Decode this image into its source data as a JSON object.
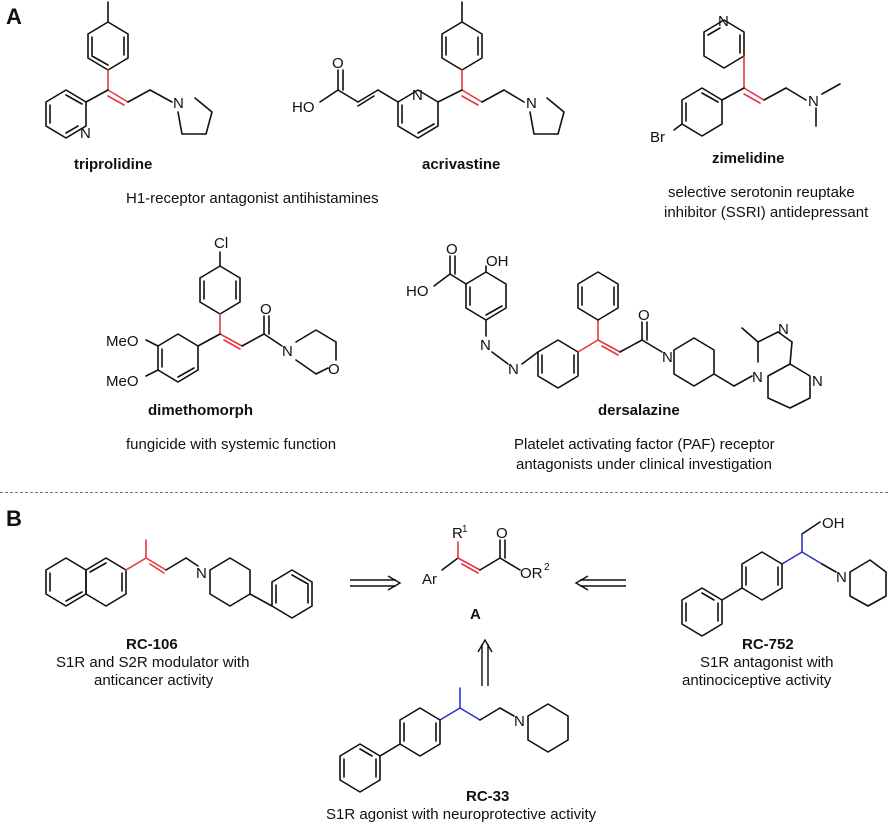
{
  "panels": {
    "a": "A",
    "b": "B"
  },
  "compounds": {
    "triprolidine": {
      "name": "triprolidine"
    },
    "acrivastine": {
      "name": "acrivastine"
    },
    "zimelidine": {
      "name": "zimelidine"
    },
    "dimethomorph": {
      "name": "dimethomorph"
    },
    "dersalazine": {
      "name": "dersalazine"
    },
    "rc106": {
      "name": "RC-106",
      "desc1": "S1R and S2R modulator with",
      "desc2": "anticancer activity"
    },
    "rc752": {
      "name": "RC-752",
      "desc1": "S1R antagonist with",
      "desc2": "antinociceptive activity"
    },
    "rc33": {
      "name": "RC-33",
      "desc1": "S1R agonist with neuroprotective activity"
    },
    "a": {
      "name": "A"
    }
  },
  "captions": {
    "h1": "H1-receptor antagonist antihistamines",
    "ssri1": "selective serotonin reuptake",
    "ssri2": "inhibitor (SSRI) antidepressant",
    "fungicide": "fungicide with systemic function",
    "paf1": "Platelet activating factor (PAF) receptor",
    "paf2": "antagonists under clinical investigation"
  },
  "atoms": {
    "N": "N",
    "O": "O",
    "HO": "HO",
    "OH": "OH",
    "Br": "Br",
    "Cl": "Cl",
    "MeO": "MeO",
    "Ar": "Ar",
    "R": "R",
    "one": "1",
    "OR": "OR",
    "two": "2"
  },
  "colors": {
    "highlight_red": "#e8383d",
    "highlight_blue": "#2b32c8"
  }
}
